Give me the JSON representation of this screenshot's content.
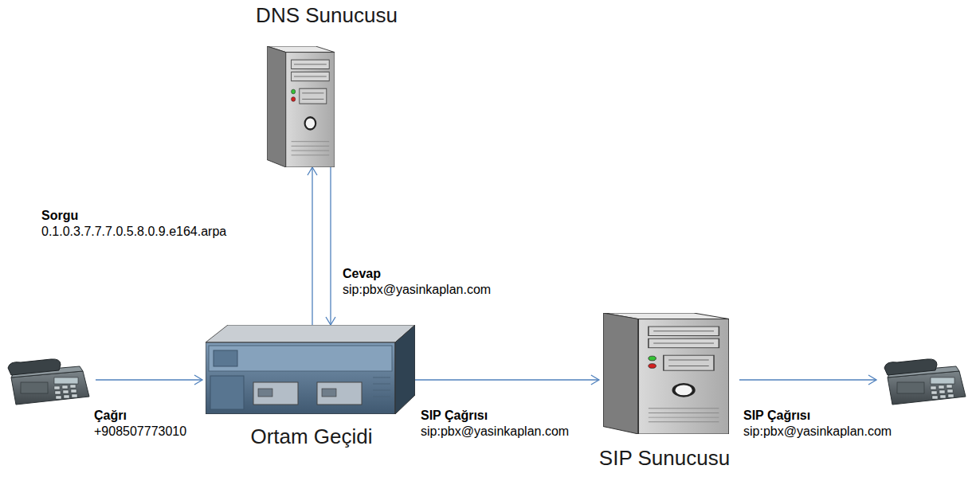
{
  "diagram": {
    "nodes": [
      {
        "text": [
          "DNS Sunucusu"
        ]
      },
      {
        "text": [
          "Ortam Geçidi"
        ]
      },
      {
        "text": [
          "SIP Sunucusu"
        ]
      }
    ],
    "edges": [
      {
        "from": 1,
        "to": 0,
        "arrow": "to",
        "label": "Sorgu"
      },
      {
        "from": 0,
        "to": 1,
        "arrow": "to",
        "label": "Cevap"
      },
      {
        "from": 1,
        "to": 2,
        "arrow": "to",
        "label": "SIP Çağrısı"
      }
    ],
    "labels": [
      "0.1.0.3.7.7.7.0.5.8.0.9.e164.arpa",
      "sip:pbx@yasinkaplan.com",
      "Çağrı",
      "+908507773010",
      "sip:pbx@yasinkaplan.com",
      "SIP Çağrısı",
      "sip:pbx@yasinkaplan.com"
    ]
  }
}
